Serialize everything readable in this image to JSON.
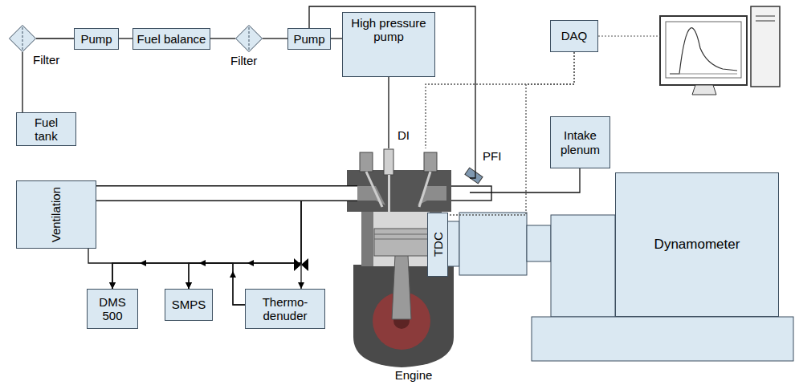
{
  "diagram": {
    "nodes": [
      {
        "text": [
          "Filter"
        ]
      },
      {
        "text": [
          "Pump"
        ]
      },
      {
        "text": [
          "Fuel balance"
        ]
      },
      {
        "text": [
          "Filter"
        ]
      },
      {
        "text": [
          "Pump"
        ]
      },
      {
        "text": [
          "High pressure pump"
        ]
      },
      {
        "text": [
          "DAQ"
        ]
      },
      {
        "text": [
          "Fuel tank"
        ]
      },
      {
        "text": [
          "Intake plenum"
        ]
      },
      {
        "text": [
          "Ventilation"
        ]
      },
      {
        "text": [
          "Engine"
        ]
      },
      {
        "text": [
          "TDC"
        ]
      },
      {
        "text": [
          "Dynamometer"
        ]
      },
      {
        "text": [
          "DMS 500"
        ]
      },
      {
        "text": [
          "SMPS"
        ]
      },
      {
        "text": [
          "Thermo-denuder"
        ]
      }
    ],
    "edges": [
      {
        "from": 7,
        "to": 0,
        "arrow": "none"
      },
      {
        "from": 0,
        "to": 1,
        "arrow": "none"
      },
      {
        "from": 1,
        "to": 2,
        "arrow": "none"
      },
      {
        "from": 2,
        "to": 3,
        "arrow": "none"
      },
      {
        "from": 3,
        "to": 4,
        "arrow": "none"
      },
      {
        "from": 4,
        "to": 5,
        "arrow": "none"
      },
      {
        "from": 4,
        "to": 10,
        "arrow": "none"
      },
      {
        "from": 5,
        "to": 10,
        "arrow": "none"
      },
      {
        "from": 6,
        "to": 10,
        "arrow": "none"
      },
      {
        "from": 6,
        "to": 11,
        "arrow": "none"
      },
      {
        "from": 8,
        "to": 10,
        "arrow": "none"
      },
      {
        "from": 10,
        "to": 9,
        "arrow": "none"
      },
      {
        "from": 10,
        "to": 15,
        "arrow": "to"
      },
      {
        "from": 10,
        "to": 14,
        "arrow": "to"
      },
      {
        "from": 10,
        "to": 13,
        "arrow": "to"
      },
      {
        "from": 15,
        "to": 14,
        "arrow": "to"
      },
      {
        "from": 15,
        "to": 13,
        "arrow": "to"
      },
      {
        "from": 13,
        "to": 9,
        "arrow": "none"
      }
    ],
    "labels": [
      "DI",
      "PFI"
    ]
  }
}
